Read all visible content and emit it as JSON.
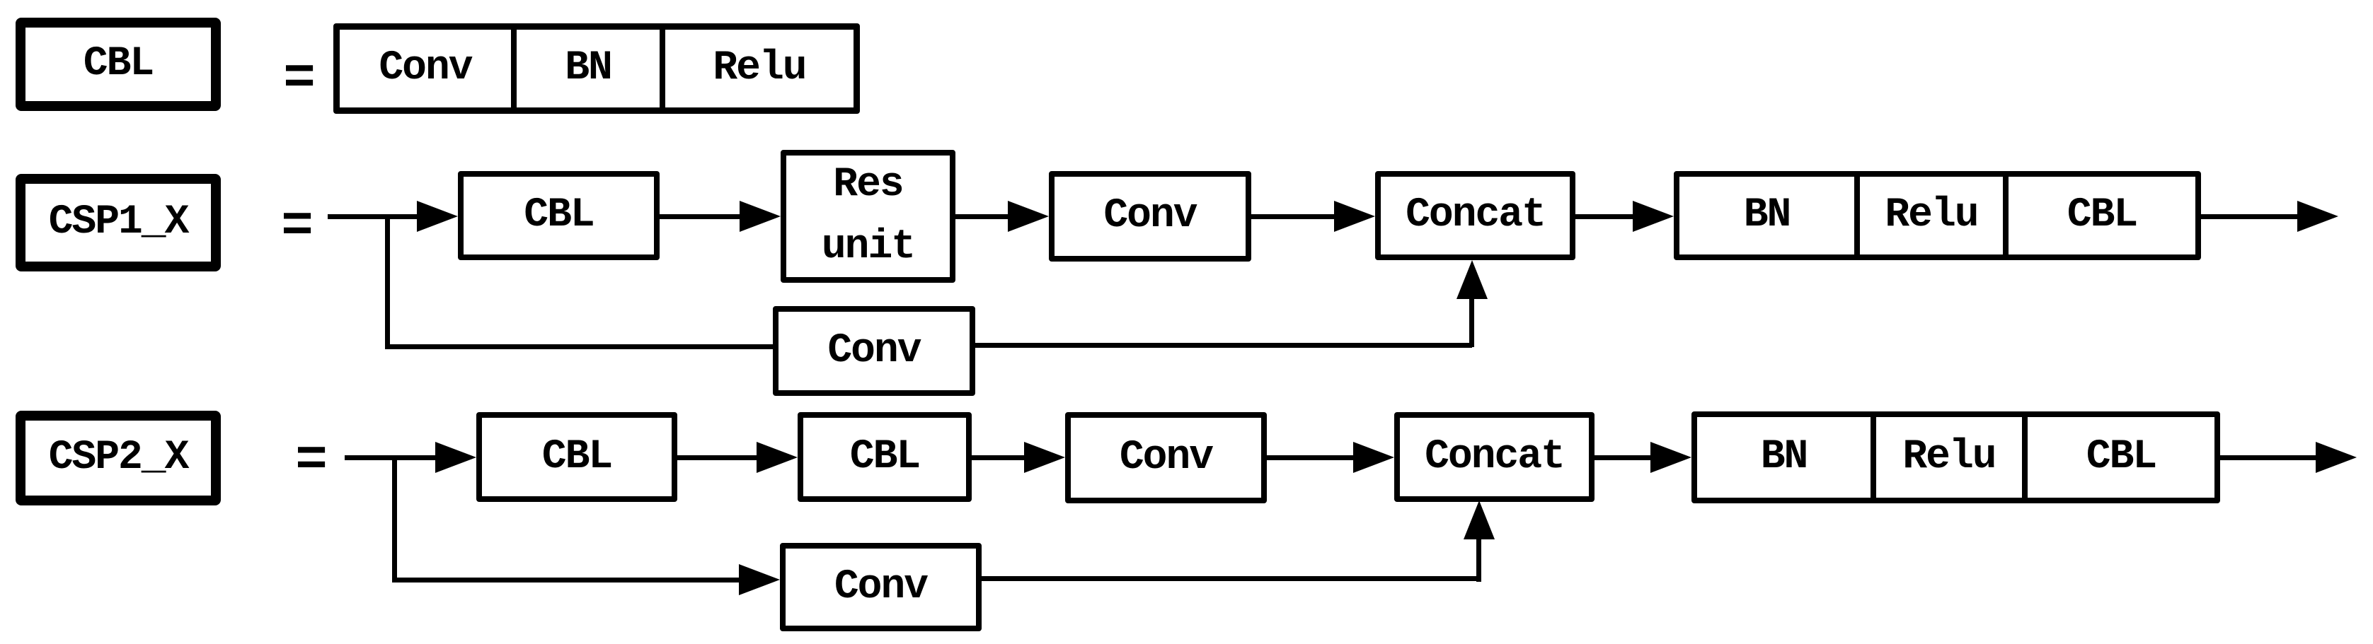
{
  "colors": {
    "ink": "#000000",
    "paper": "#ffffff"
  },
  "row_cbl": {
    "name": "CBL",
    "equals": "=",
    "cells": [
      "Conv",
      "BN",
      "Relu"
    ]
  },
  "row_csp1": {
    "name": "CSP1_X",
    "equals": "=",
    "cbl": "CBL",
    "res_unit_lines": [
      "Res",
      "unit"
    ],
    "conv": "Conv",
    "concat": "Concat",
    "tail_cells": [
      "BN",
      "Relu",
      "CBL"
    ],
    "bypass_conv": "Conv"
  },
  "row_csp2": {
    "name": "CSP2_X",
    "equals": "=",
    "cbl1": "CBL",
    "cbl2": "CBL",
    "conv": "Conv",
    "concat": "Concat",
    "tail_cells": [
      "BN",
      "Relu",
      "CBL"
    ],
    "bypass_conv": "Conv"
  }
}
